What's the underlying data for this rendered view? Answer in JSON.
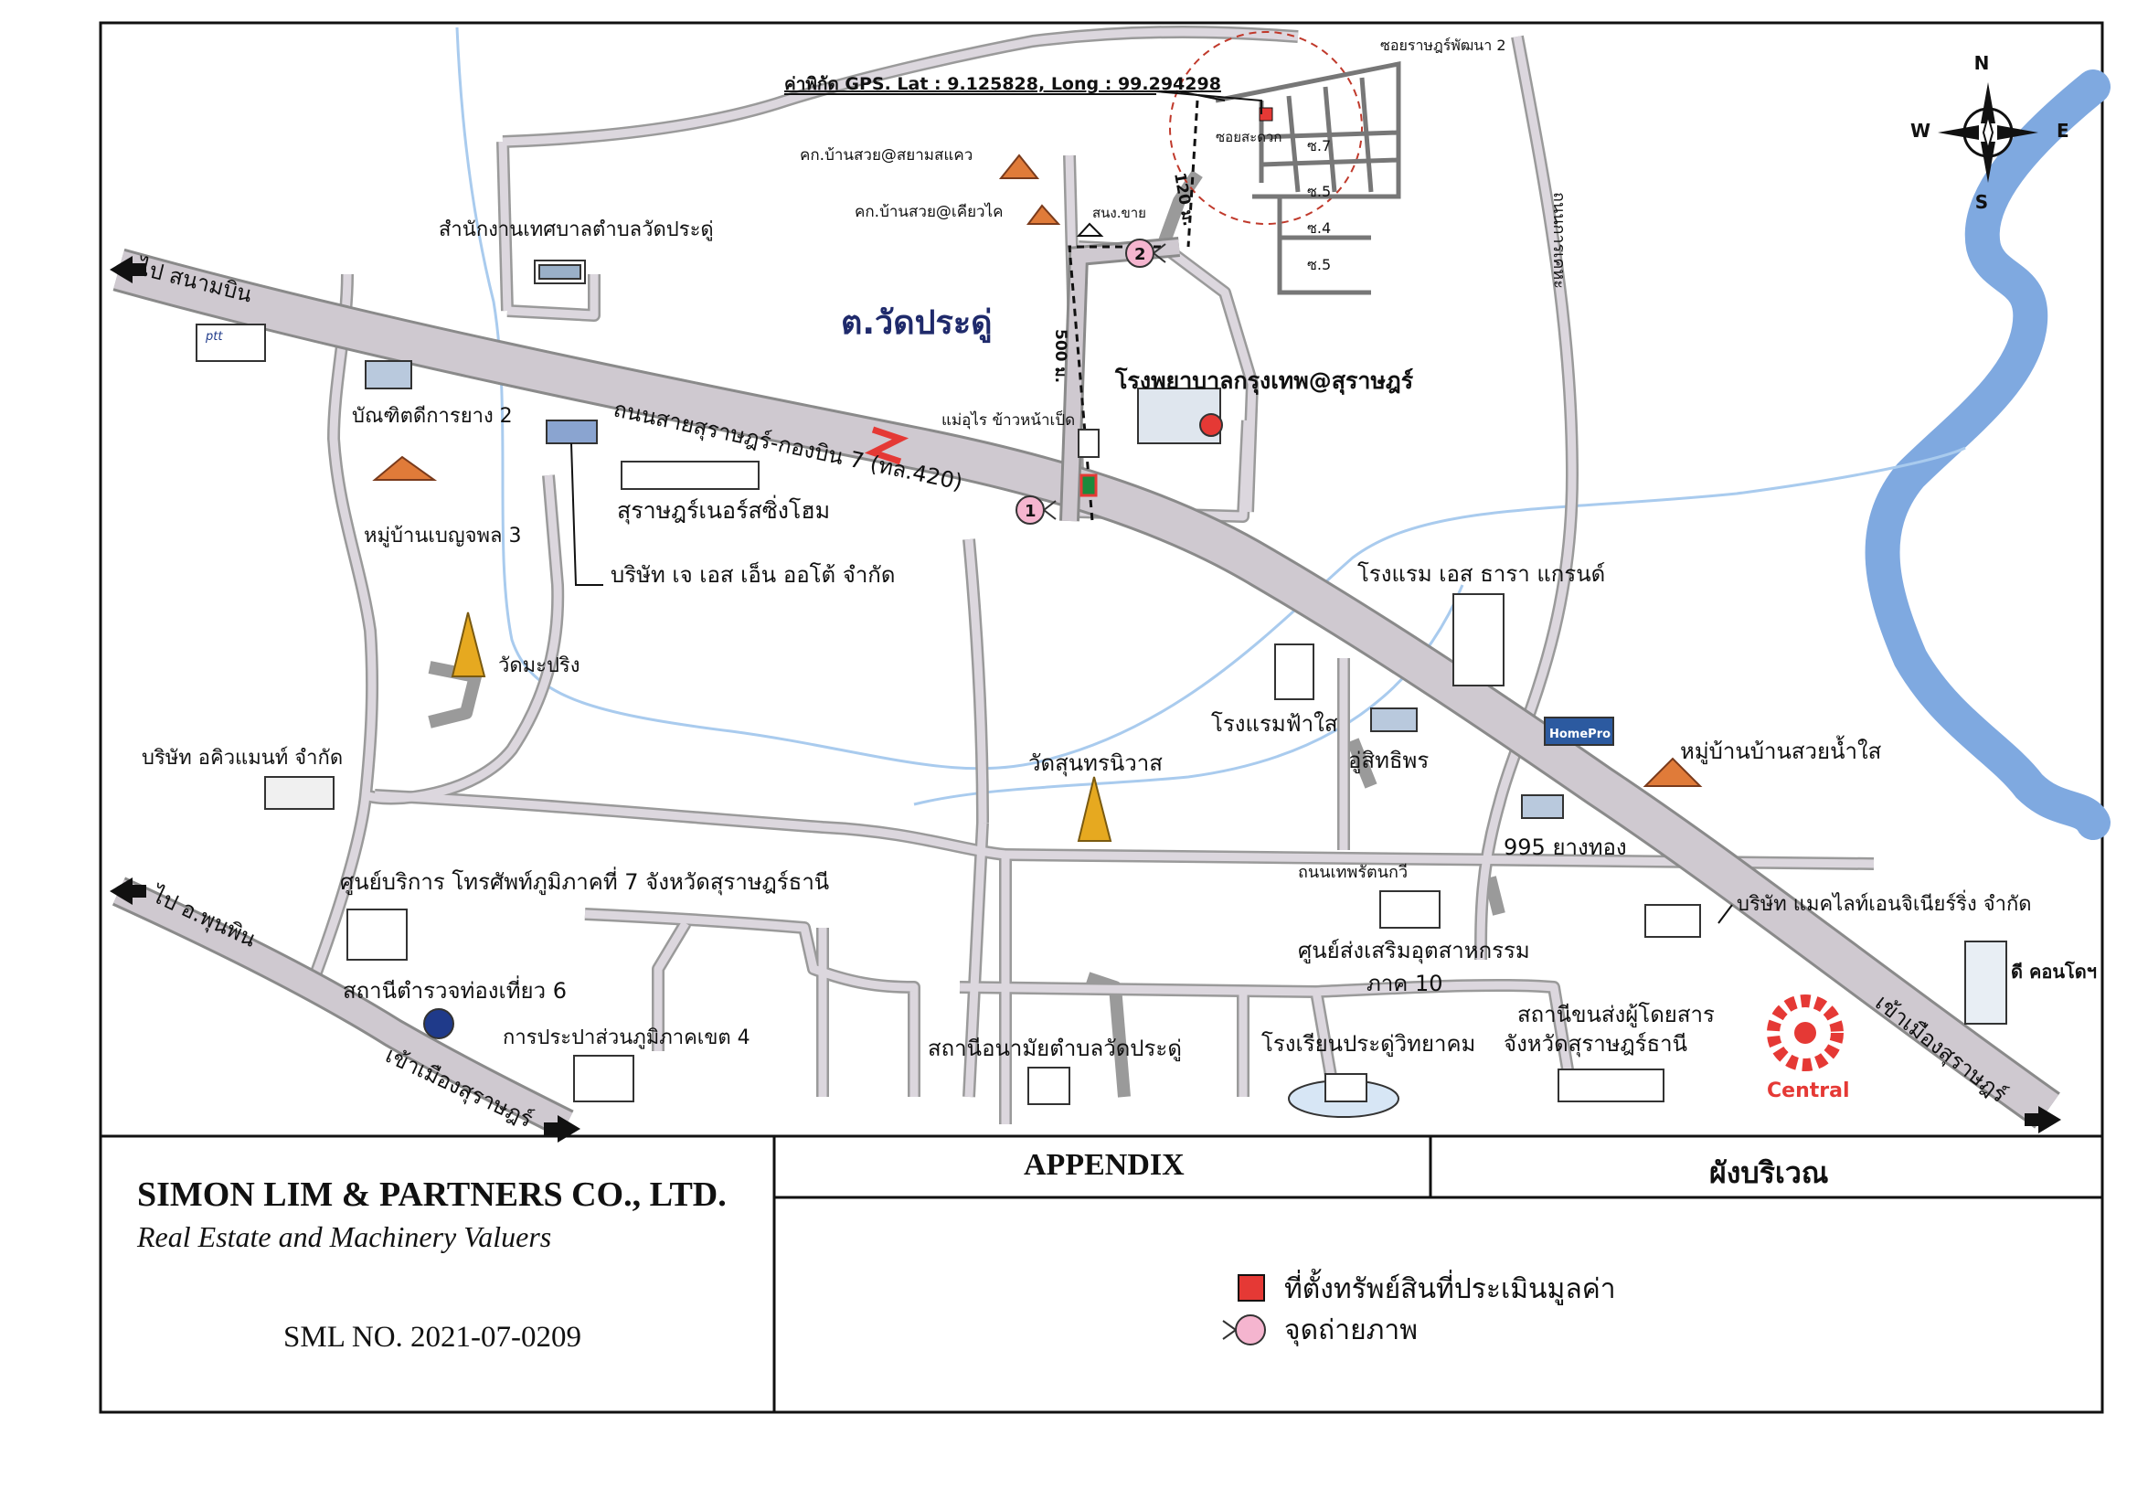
{
  "map": {
    "gps": "ค่าพิกัด GPS. Lat : 9.125828, Long : 99.294298",
    "compass": {
      "n": "N",
      "s": "S",
      "e": "E",
      "w": "W"
    },
    "district": "ต.วัดประดู่",
    "routes": {
      "main_road": "ถนนสายสุราษฎร์-กองบิน 7 (ทล.420)",
      "to_airport": "ไป สนามบิน",
      "to_phunphin": "ไป อ.พุนพิน",
      "to_city_bottom": "เข้าเมืองสุราษฎร์",
      "to_city_right": "เข้าเมืองสุราษฎร์",
      "road_karnkasem": "ถนนการเคหะ",
      "road_theprattana": "ถนนเทพรัตนกวี",
      "soi_2": "ซอยราษฎร์พัฒนา 2",
      "soi_a": "ซ.7",
      "soi_b": "ซ.5",
      "soi_c": "ซ.4",
      "soi_d": "ซ.5",
      "soi_label": "ซอยสะดวก",
      "dist_120": "120 ม.",
      "dist_500": "500 ม."
    },
    "places": {
      "housing_siam": "คก.บ้านสวย@สยามสแคว",
      "housing_khiao": "คก.บ้านสวย@เคียวไค",
      "stop_sign": "สนง.ขาย",
      "municipal_office": "สำนักงานเทศบาลตำบลวัดประดู่",
      "bandit_rubber": "บัณฑิตดีการยาง 2",
      "home_village": "หมู่บ้านเบญจพล 3",
      "wat_maprang": "วัดมะปริง",
      "racing_home": "สุราษฎร์เนอร์สซิ่งโฮม",
      "js_auto": "บริษัท เจ เอส เอ็น ออโต้ จำกัด",
      "aqiument": "บริษัท อคิวแมนท์ จำกัด",
      "telephone_center": "ศูนย์บริการ โทรศัพท์ภูมิภาคที่ 7 จังหวัดสุราษฎร์ธานี",
      "police": "สถานีตำรวจท่องเที่ยว 6",
      "water_works": "การประปาส่วนภูมิภาคเขต 4",
      "hospital": "โรงพยาบาลกรุงเทพ@สุราษฎร์",
      "maeurai": "แม่อุไร ข้าวหน้าเป็ด",
      "hotel_tara": "โรงแรม เอส ธารา แกรนด์",
      "hotel_fahsai": "โรงแรมฟ้าใส",
      "usitiphon": "อู่สิทธิพร",
      "wat_suntharaniwat": "วัดสุนทรนิวาส",
      "homepro": "HomePro",
      "village_suan": "หมู่บ้านบ้านสวยน้ำใส",
      "yang_thong": "995 ยางทอง",
      "mac_light": "บริษัท แมคไลท์เอนจิเนียร์ริ่ง จำกัด",
      "industry_center": "ศูนย์ส่งเสริมอุตสาหกรรม",
      "industry_region": "ภาค 10",
      "d_condo": "ดี คอนโดฯ",
      "health_station": "สถานีอนามัยตำบลวัดประดู่",
      "school": "โรงเรียนประดู่วิทยาคม",
      "bus_station_1": "สถานีขนส่งผู้โดยสาร",
      "bus_station_2": "จังหวัดสุราษฎร์ธานี",
      "central": "Central",
      "ptt": "ptt",
      "point_1": "1",
      "point_2": "2"
    }
  },
  "footer": {
    "company": "SIMON LIM & PARTNERS CO., LTD.",
    "subtitle": "Real Estate and Machinery Valuers",
    "sml_no": "SML NO. 2021-07-0209",
    "appendix": "APPENDIX",
    "appendix_th": "ผังบริเวณ",
    "legend": [
      {
        "label": "ที่ตั้งทรัพย์สินที่ประเมินมูลค่า",
        "symbol": "red-square",
        "color": "#e53935"
      },
      {
        "label": "จุดถ่ายภาพ",
        "symbol": "pink-circle",
        "color": "#f5b5cf"
      }
    ]
  },
  "colors": {
    "road_fill": "#cfc9d0",
    "road_edge": "#8a8a8a",
    "river": "#7fa9e0",
    "canal": "#a9cbee",
    "temple_gold": "#e6a920",
    "marker_red": "#e53935",
    "photo_pink": "#f5b5cf"
  }
}
